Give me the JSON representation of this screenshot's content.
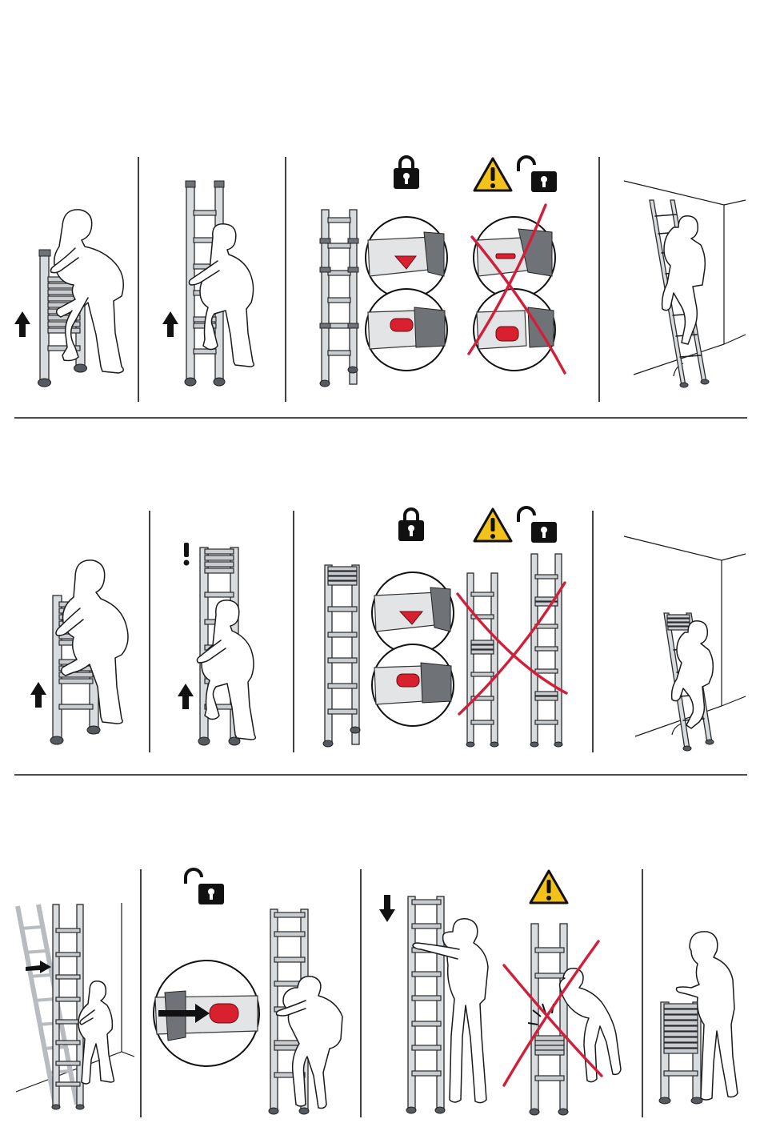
{
  "rows": [
    {
      "id": "row-1",
      "panels": [
        "extend-from-bottom",
        "bottom-section-extended",
        "lock-indicator-check",
        "lean-against-wall"
      ]
    },
    {
      "id": "row-2",
      "panels": [
        "extend-from-top",
        "top-sections-extended",
        "lock-indicator-check-sections",
        "lean-against-wall"
      ]
    },
    {
      "id": "row-3",
      "panels": [
        "retract-bottom-first",
        "press-unlock-button",
        "retract-section-by-section",
        "retracted-ladder"
      ]
    }
  ],
  "icons": {
    "padlock_locked": "padlock-locked-icon",
    "padlock_unlocked": "padlock-unlocked-icon",
    "warning": "warning-triangle-icon",
    "arrow_up": "arrow-up-icon",
    "arrow_down": "arrow-down-icon",
    "arrow_right": "arrow-right-icon",
    "exclamation": "exclamation-icon"
  },
  "colors": {
    "lock_indicator_red": "#d8202f",
    "cross_red": "#d11f3a",
    "warning_yellow": "#f2c21b",
    "line": "#1a1a1a"
  }
}
